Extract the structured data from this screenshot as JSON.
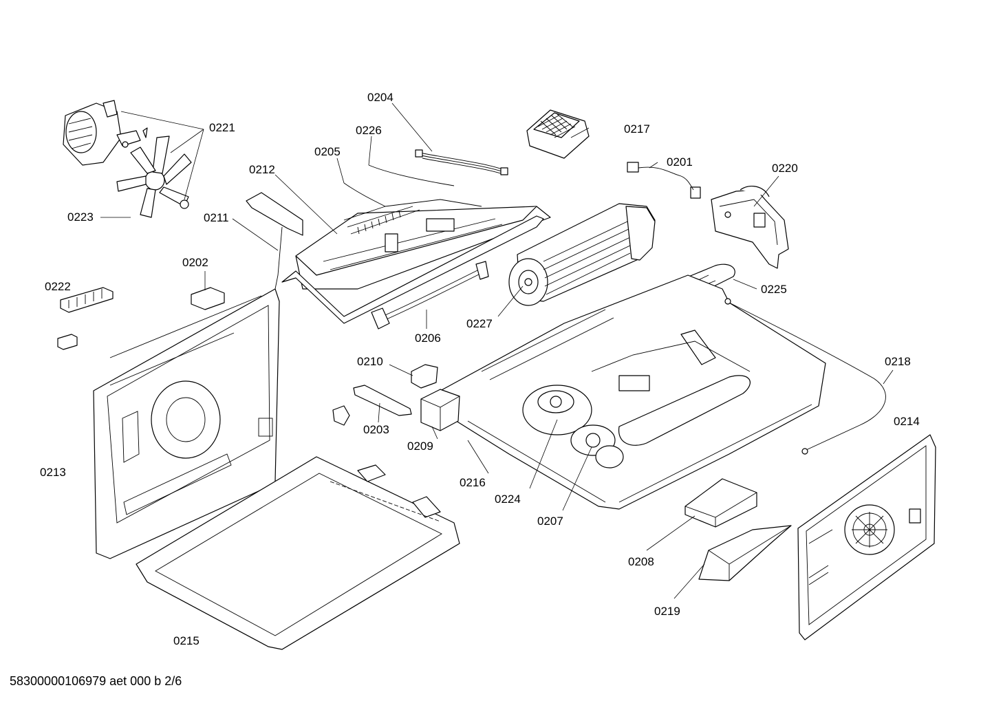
{
  "document_id": "58300000106979 aet 000 b 2/6",
  "labels": {
    "l0204": "0204",
    "l0221": "0221",
    "l0226": "0226",
    "l0205": "0205",
    "l0212": "0212",
    "l0217": "0217",
    "l0201": "0201",
    "l0220": "0220",
    "l0223": "0223",
    "l0211": "0211",
    "l0202": "0202",
    "l0222": "0222",
    "l0225": "0225",
    "l0227": "0227",
    "l0206": "0206",
    "l0210": "0210",
    "l0218": "0218",
    "l0203": "0203",
    "l0209": "0209",
    "l0214": "0214",
    "l0213": "0213",
    "l0216": "0216",
    "l0224": "0224",
    "l0207": "0207",
    "l0208": "0208",
    "l0219": "0219",
    "l0215": "0215"
  }
}
